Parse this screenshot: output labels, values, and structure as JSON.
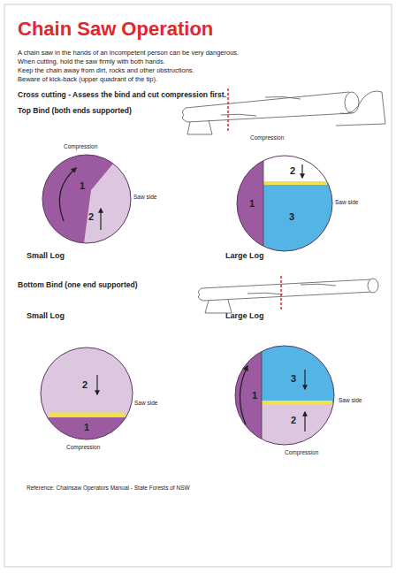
{
  "diagram": {
    "title": "Chain Saw Operation",
    "caption": "Reference: Chainsaw Operators Manual - State Forests of NSW",
    "labels": [
      "A chain saw in the hands of an incompetent person can be very dangerous.",
      "When cutting, hold the saw firmly with both hands.",
      "Keep the chain away from dirt, rocks and other obstructions.",
      "Beware of kick-back (upper quadrant of the tip).",
      "Cross cutting - Assess the bind and cut compression first.",
      "Top Bind (both ends supported)",
      "Compression",
      "Compression",
      "1",
      "2",
      "Saw side",
      "2",
      "1",
      "3",
      "Saw side",
      "Small Log",
      "Large Log",
      "Bottom Bind (one end supported)",
      "Small Log",
      "Large Log",
      "2",
      "1",
      "Saw side",
      "Compression",
      "3",
      "1",
      "2",
      "Saw side",
      "Compression"
    ]
  }
}
